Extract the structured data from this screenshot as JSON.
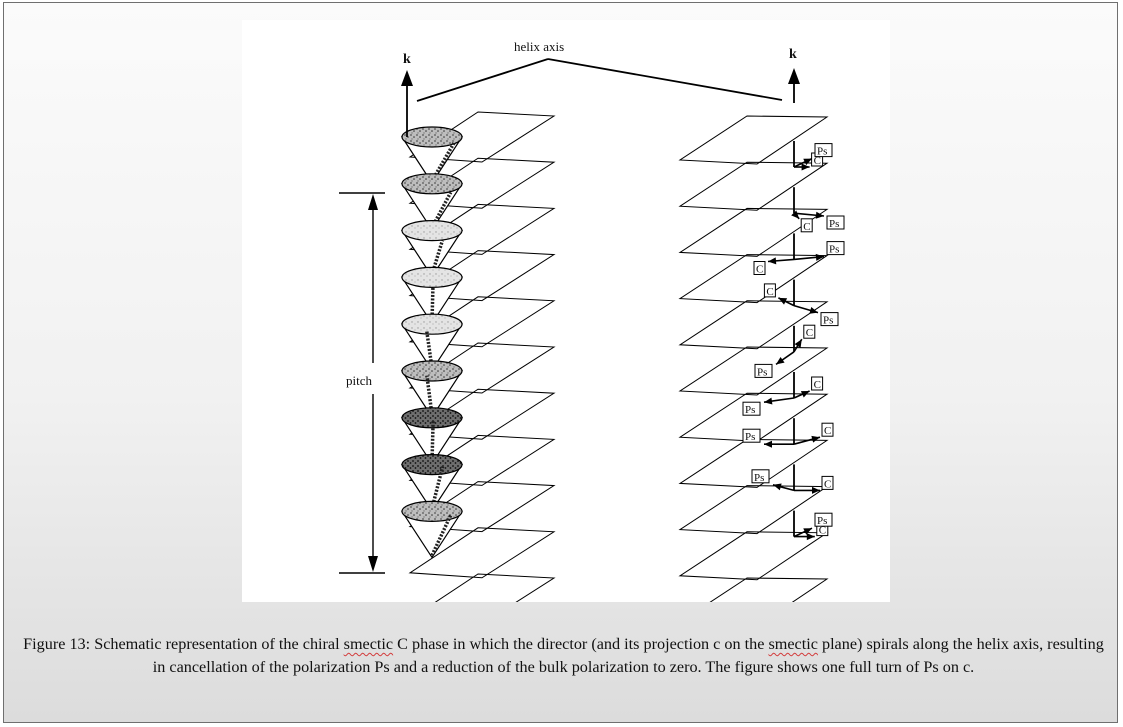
{
  "diagram": {
    "k_label_left": "k",
    "k_label_right": "k",
    "helix_axis_label": "helix axis",
    "pitch_label": "pitch",
    "label_c": "C",
    "label_ps": "Ps",
    "layer_count": 11,
    "cone_count": 9
  },
  "caption": {
    "part1": "Figure 13: Schematic representation of the chiral ",
    "word_smectic_1": "smectic",
    "part2": " C phase in which the director (and its projection c on the ",
    "word_smectic_2": "smectic",
    "part3": " plane) spirals along the helix axis, resulting in cancellation of the polarization Ps and a reduction of the bulk polarization to zero. The figure shows one full turn of Ps on c."
  }
}
